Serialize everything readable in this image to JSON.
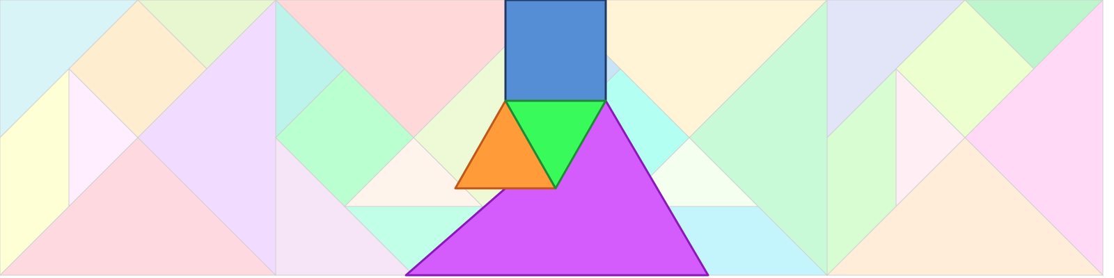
{
  "puzzle": {
    "background_tiles": [
      {
        "name": "bg-tile",
        "color": "#d9f4f7"
      },
      {
        "name": "bg-tile",
        "color": "#e8f7d0"
      },
      {
        "name": "bg-tile",
        "color": "#ffedd0"
      },
      {
        "name": "bg-tile",
        "color": "#ffffd6"
      },
      {
        "name": "bg-tile",
        "color": "#ffeeff"
      },
      {
        "name": "bg-tile",
        "color": "#f1dcff"
      },
      {
        "name": "bg-tile",
        "color": "#ffd9e0"
      },
      {
        "name": "bg-tile",
        "color": "#bcf3ea"
      },
      {
        "name": "bg-tile",
        "color": "#ffd9d9"
      },
      {
        "name": "bg-tile",
        "color": "#eefad6"
      },
      {
        "name": "bg-tile",
        "color": "#c9e4f7"
      },
      {
        "name": "bg-tile",
        "color": "#fff4d6"
      },
      {
        "name": "bg-tile",
        "color": "#baffd0"
      },
      {
        "name": "bg-tile",
        "color": "#b3fff2"
      },
      {
        "name": "bg-tile",
        "color": "#fff4ec"
      },
      {
        "name": "bg-tile",
        "color": "#f4fff0"
      },
      {
        "name": "bg-tile",
        "color": "#f5e5f7"
      },
      {
        "name": "bg-tile",
        "color": "#c2ffe8"
      },
      {
        "name": "bg-tile",
        "color": "#c4f5fc"
      },
      {
        "name": "bg-tile",
        "color": "#c8fad8"
      },
      {
        "name": "bg-tile",
        "color": "#e2e4f7"
      },
      {
        "name": "bg-tile",
        "color": "#bdf5cc"
      },
      {
        "name": "bg-tile",
        "color": "#ecffce"
      },
      {
        "name": "bg-tile",
        "color": "#d9fdd3"
      },
      {
        "name": "bg-tile",
        "color": "#ffeff5"
      },
      {
        "name": "bg-tile",
        "color": "#ffd9f6"
      },
      {
        "name": "bg-tile",
        "color": "#ffecd9"
      }
    ],
    "active_pieces": [
      {
        "name": "large-triangle-piece",
        "color": "#d45cfc",
        "stroke": "#8a18b8"
      },
      {
        "name": "square-piece",
        "color": "#568ed6",
        "stroke": "#1e3a64"
      },
      {
        "name": "small-triangle-orange-piece",
        "color": "#ff9b38",
        "stroke": "#c0561a"
      },
      {
        "name": "small-triangle-green-piece",
        "color": "#38fa5b",
        "stroke": "#1e8a33"
      }
    ]
  }
}
